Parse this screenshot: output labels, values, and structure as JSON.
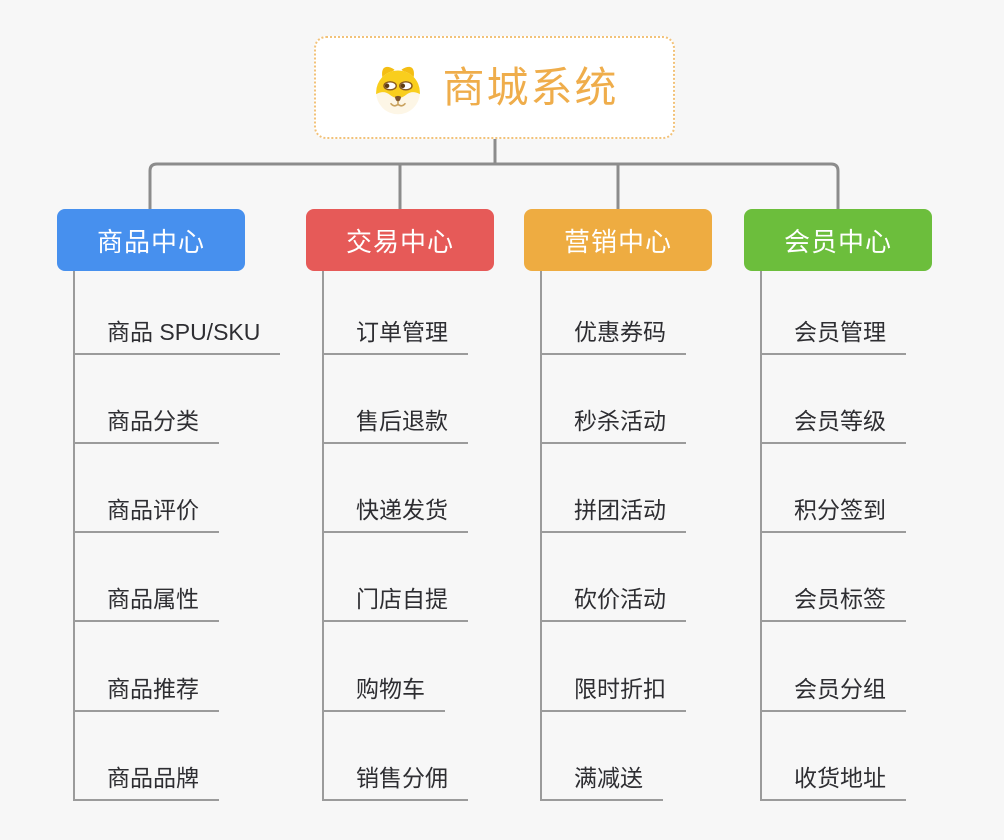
{
  "canvas": {
    "background": "#f7f7f7",
    "connector_color": "#8c8c8c",
    "leaf_line_color": "#9b9b9b"
  },
  "root": {
    "title": "商城系统",
    "icon": "dog-face-icon",
    "text_color": "#efad4b",
    "border_color": "#f2c279",
    "background": "#ffffff"
  },
  "branches": [
    {
      "id": "product-center",
      "label": "商品中心",
      "color": "#4790ee",
      "items": [
        "商品 SPU/SKU",
        "商品分类",
        "商品评价",
        "商品属性",
        "商品推荐",
        "商品品牌"
      ]
    },
    {
      "id": "trade-center",
      "label": "交易中心",
      "color": "#e65a58",
      "items": [
        "订单管理",
        "售后退款",
        "快递发货",
        "门店自提",
        "购物车",
        "销售分佣"
      ]
    },
    {
      "id": "marketing-center",
      "label": "营销中心",
      "color": "#eeac41",
      "items": [
        "优惠券码",
        "秒杀活动",
        "拼团活动",
        "砍价活动",
        "限时折扣",
        "满减送"
      ]
    },
    {
      "id": "member-center",
      "label": "会员中心",
      "color": "#6cbe3c",
      "items": [
        "会员管理",
        "会员等级",
        "积分签到",
        "会员标签",
        "会员分组",
        "收货地址"
      ]
    }
  ]
}
